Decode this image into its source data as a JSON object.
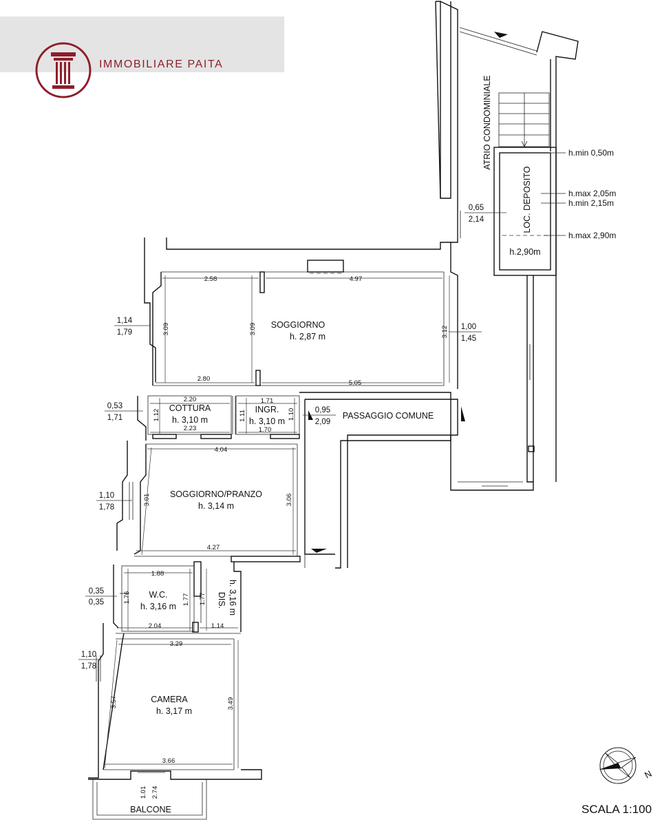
{
  "brand": {
    "name": "IMMOBILIARE PAITA",
    "color": "#8e1e2b"
  },
  "scale": "SCALA 1:100",
  "north_label": "N",
  "rooms": {
    "soggiorno": {
      "name": "SOGGIORNO",
      "height": "h. 2,87 m"
    },
    "cottura": {
      "name": "COTTURA",
      "height": "h. 3,10 m"
    },
    "ingresso": {
      "name": "INGR.",
      "height": "h. 3,10 m"
    },
    "passaggio": {
      "name": "PASSAGGIO COMUNE"
    },
    "soggiorno_pranzo": {
      "name": "SOGGIORNO/PRANZO",
      "height": "h. 3,14 m"
    },
    "wc": {
      "name": "W.C.",
      "height": "h. 3,16 m"
    },
    "disimpegno": {
      "name": "DIS.",
      "height": "h. 3,16 m"
    },
    "camera": {
      "name": "CAMERA",
      "height": "h. 3,17 m"
    },
    "balcone": {
      "name": "BALCONE"
    },
    "atrio": {
      "name": "ATRIO CONDOMINIALE"
    },
    "deposito": {
      "name": "LOC. DEPOSITO",
      "height": "h.2,90m"
    }
  },
  "deposito_heights": [
    "h.min 0,50m",
    "h.max 2,05m",
    "h.min 2,15m",
    "h.max 2,90m"
  ],
  "windows": [
    {
      "top": "1,14",
      "bottom": "1,79"
    },
    {
      "top": "0,53",
      "bottom": "1,71"
    },
    {
      "top": "1,10",
      "bottom": "1,78"
    },
    {
      "top": "0,35",
      "bottom": "0,35"
    },
    {
      "top": "1,10",
      "bottom": "1,78"
    },
    {
      "top": "1,00",
      "bottom": "1,45"
    },
    {
      "top": "0,65",
      "bottom": "2,14"
    },
    {
      "top": "0,95",
      "bottom": "2,09"
    }
  ],
  "dims": {
    "sog_top_left": "2.58",
    "sog_top_right": "4.97",
    "sog_left": "3.09",
    "sog_mid": "3.09",
    "sog_right": "3.12",
    "sog_bot_left": "2.80",
    "sog_bot_right": "5.05",
    "cot_top": "2.20",
    "cot_bot": "2.23",
    "cot_side": "1.12",
    "ing_top": "1.71",
    "ing_bot": "1.70",
    "ing_left": "1.11",
    "ing_right": "1.10",
    "sp_top": "4.04",
    "sp_left": "3.01",
    "sp_right": "3.06",
    "sp_bot": "4.27",
    "wc_top": "1.88",
    "wc_left": "1.76",
    "wc_right": "1.77",
    "dis_side": "1.77",
    "wc_bot": "2.04",
    "dis_bot": "1.14",
    "cam_top": "3.29",
    "cam_left": "3.57",
    "cam_right": "3.49",
    "cam_bot": "3.66",
    "bal_1": "1.01",
    "bal_2": "2.74"
  }
}
